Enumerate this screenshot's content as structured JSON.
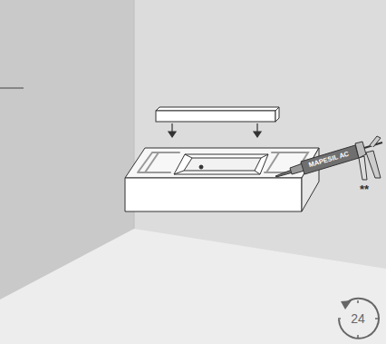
{
  "diagram": {
    "labels": [
      "MAPESIL AC",
      "**",
      "24"
    ]
  }
}
